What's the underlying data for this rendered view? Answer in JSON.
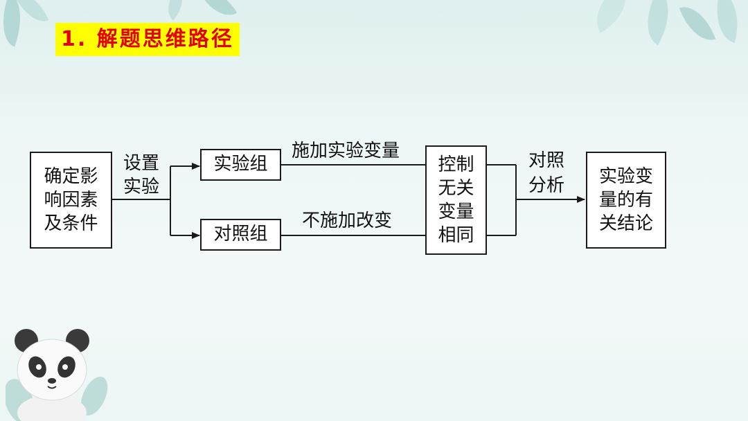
{
  "title": "1. 解题思维路径",
  "nodes": {
    "factors": "确定影响因素及条件",
    "experimental_group": "实验组",
    "control_group": "对照组",
    "control_variables": "控制无关变量相同",
    "conclusion": "实验变量的有关结论"
  },
  "edge_labels": {
    "setup": "设置实验",
    "apply": "施加实验变量",
    "no_apply": "不施加改变",
    "analyze": "对照分析"
  },
  "colors": {
    "title_bg": "#ffff00",
    "title_text": "#e30000",
    "line": "#1a1a1a",
    "leaf": "#8fc3bd"
  },
  "decorations": [
    "leaf-branch-top-left",
    "leaf-branch-top-right",
    "panda-illustration"
  ]
}
